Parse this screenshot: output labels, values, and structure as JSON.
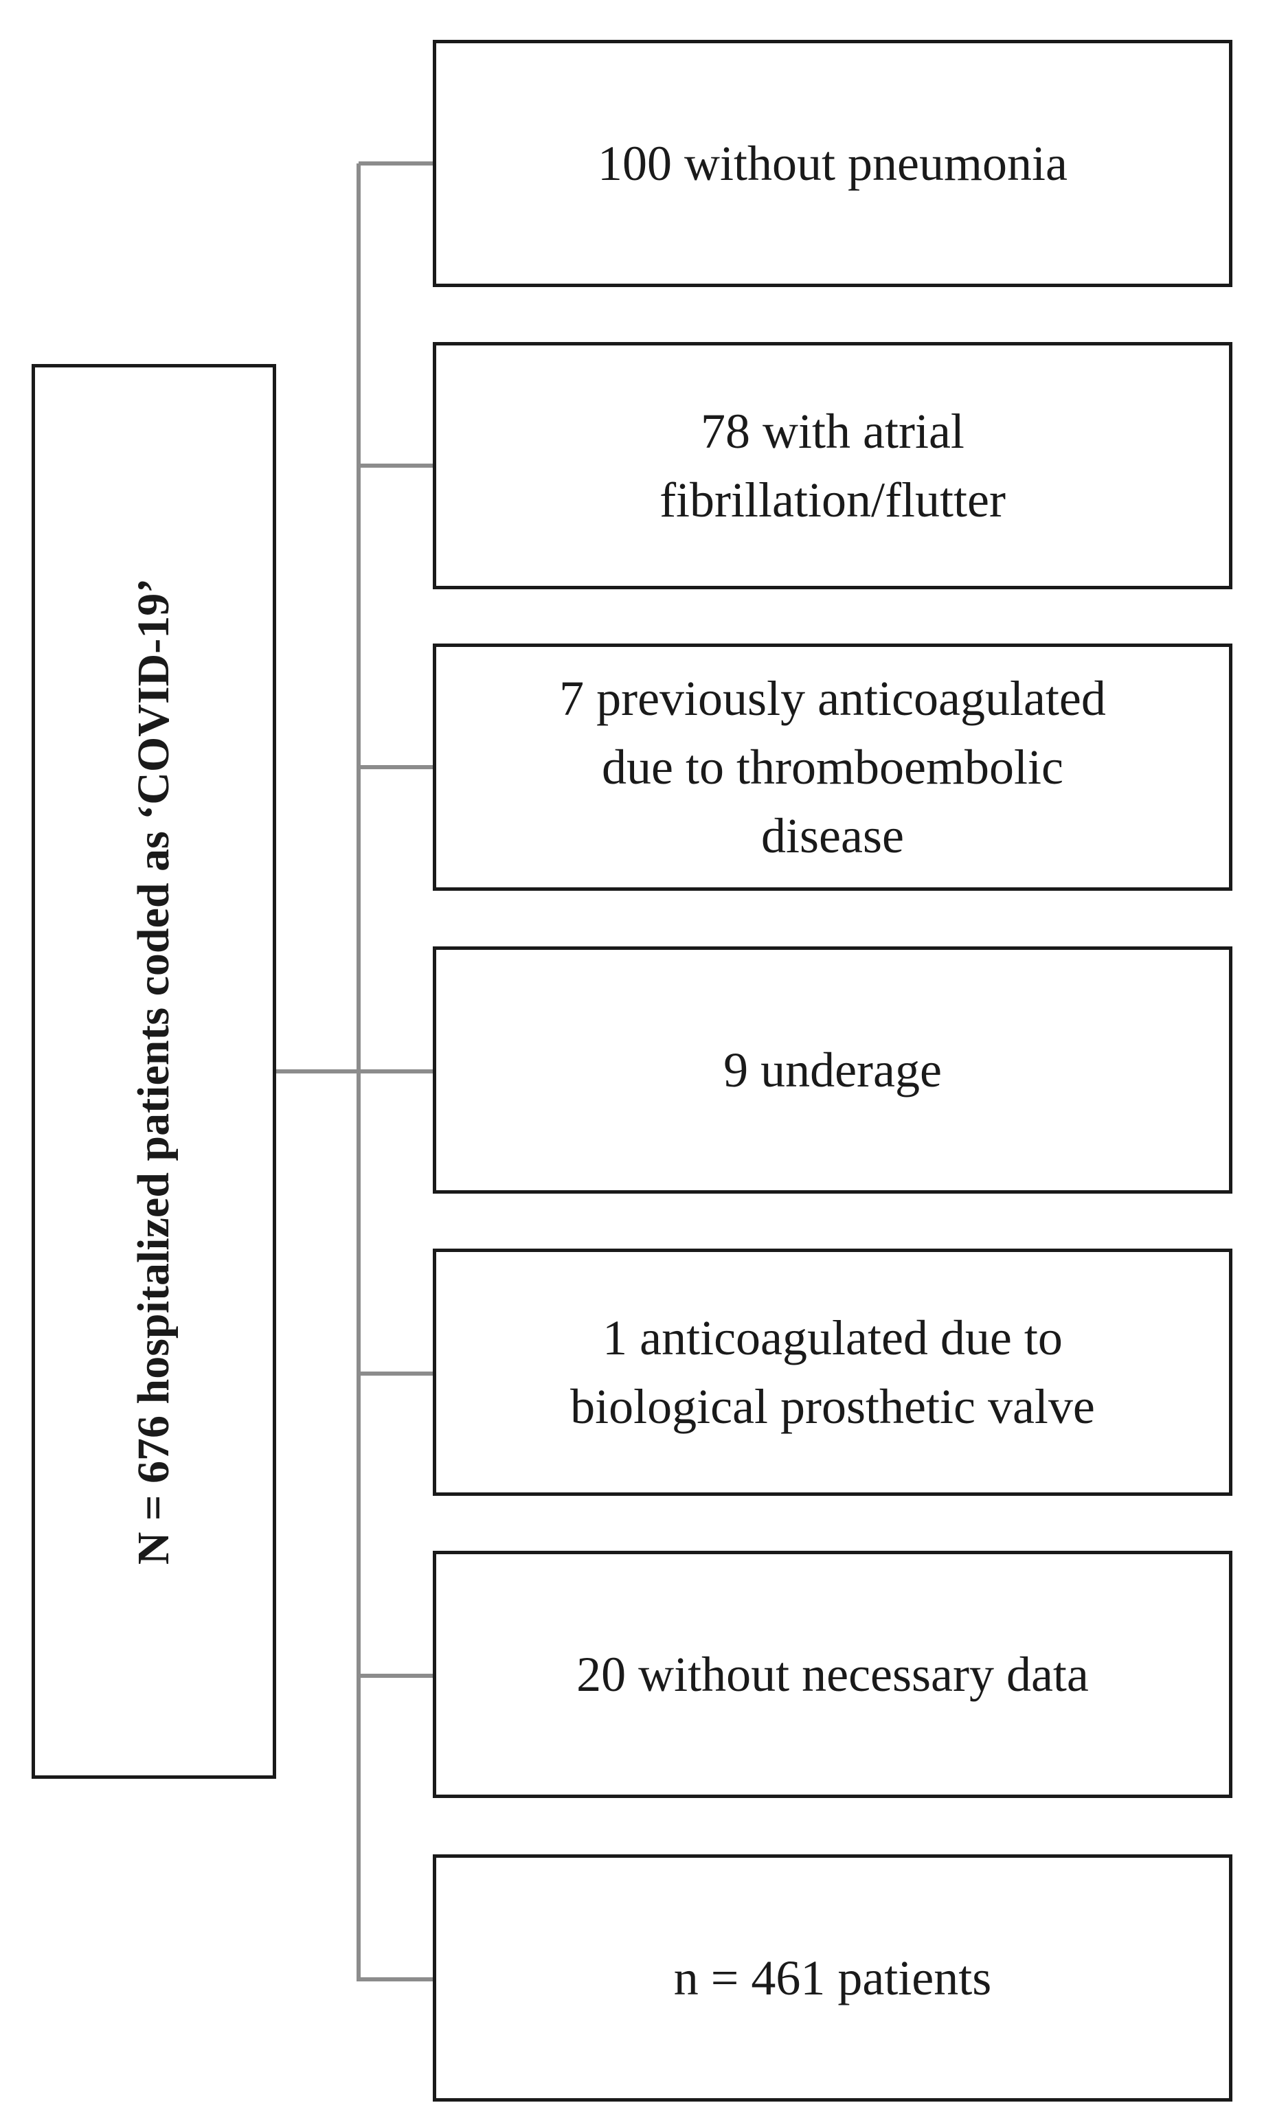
{
  "source": {
    "label": "N = 676 hospitalized patients coded as ‘COVID-19’"
  },
  "steps": [
    {
      "text": "100 without pneumonia"
    },
    {
      "text": "78 with atrial\nfibrillation/flutter"
    },
    {
      "text": "7 previously anticoagulated\ndue to thromboembolic\ndisease"
    },
    {
      "text": "9 underage"
    },
    {
      "text": "1 anticoagulated due to\nbiological prosthetic valve"
    },
    {
      "text": "20 without necessary data"
    },
    {
      "text": "n = 461 patients"
    }
  ],
  "colors": {
    "box_border": "#1a1a1a",
    "connector": "#8c8c8c",
    "background": "#ffffff"
  }
}
